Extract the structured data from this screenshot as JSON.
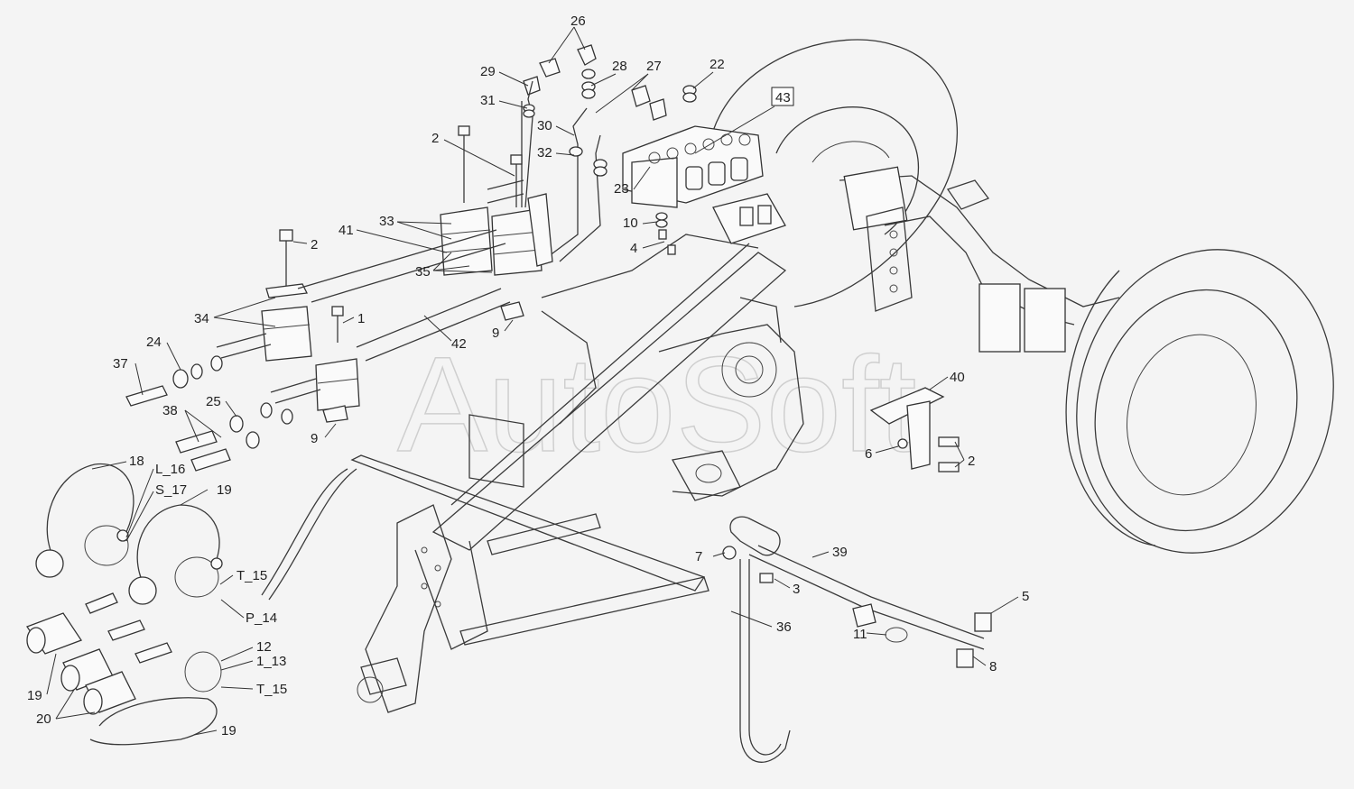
{
  "watermark": "AutoSoft",
  "labels": [
    {
      "id": "26",
      "text": "26"
    },
    {
      "id": "28",
      "text": "28"
    },
    {
      "id": "27",
      "text": "27"
    },
    {
      "id": "22",
      "text": "22"
    },
    {
      "id": "29",
      "text": "29"
    },
    {
      "id": "31",
      "text": "31"
    },
    {
      "id": "30",
      "text": "30"
    },
    {
      "id": "32",
      "text": "32"
    },
    {
      "id": "43",
      "text": "43"
    },
    {
      "id": "2a",
      "text": "2"
    },
    {
      "id": "23",
      "text": "23"
    },
    {
      "id": "10",
      "text": "10"
    },
    {
      "id": "4",
      "text": "4"
    },
    {
      "id": "33",
      "text": "33"
    },
    {
      "id": "41",
      "text": "41"
    },
    {
      "id": "2b",
      "text": "2"
    },
    {
      "id": "35",
      "text": "35"
    },
    {
      "id": "34",
      "text": "34"
    },
    {
      "id": "1a",
      "text": "1"
    },
    {
      "id": "9a",
      "text": "9"
    },
    {
      "id": "42",
      "text": "42"
    },
    {
      "id": "24",
      "text": "24"
    },
    {
      "id": "37",
      "text": "37"
    },
    {
      "id": "25",
      "text": "25"
    },
    {
      "id": "38",
      "text": "38"
    },
    {
      "id": "9b",
      "text": "9"
    },
    {
      "id": "40",
      "text": "40"
    },
    {
      "id": "6",
      "text": "6"
    },
    {
      "id": "2c",
      "text": "2"
    },
    {
      "id": "18",
      "text": "18"
    },
    {
      "id": "L16",
      "text": "L_16"
    },
    {
      "id": "S17",
      "text": "S_17"
    },
    {
      "id": "19a",
      "text": "19"
    },
    {
      "id": "T15a",
      "text": "T_15"
    },
    {
      "id": "P14",
      "text": "P_14"
    },
    {
      "id": "7",
      "text": "7"
    },
    {
      "id": "39",
      "text": "39"
    },
    {
      "id": "3",
      "text": "3"
    },
    {
      "id": "5",
      "text": "5"
    },
    {
      "id": "36",
      "text": "36"
    },
    {
      "id": "11",
      "text": "11"
    },
    {
      "id": "8",
      "text": "8"
    },
    {
      "id": "12",
      "text": "12"
    },
    {
      "id": "1_13",
      "text": "1_13"
    },
    {
      "id": "T15b",
      "text": "T_15"
    },
    {
      "id": "19b",
      "text": "19"
    },
    {
      "id": "20",
      "text": "20"
    },
    {
      "id": "19c",
      "text": "19"
    }
  ]
}
